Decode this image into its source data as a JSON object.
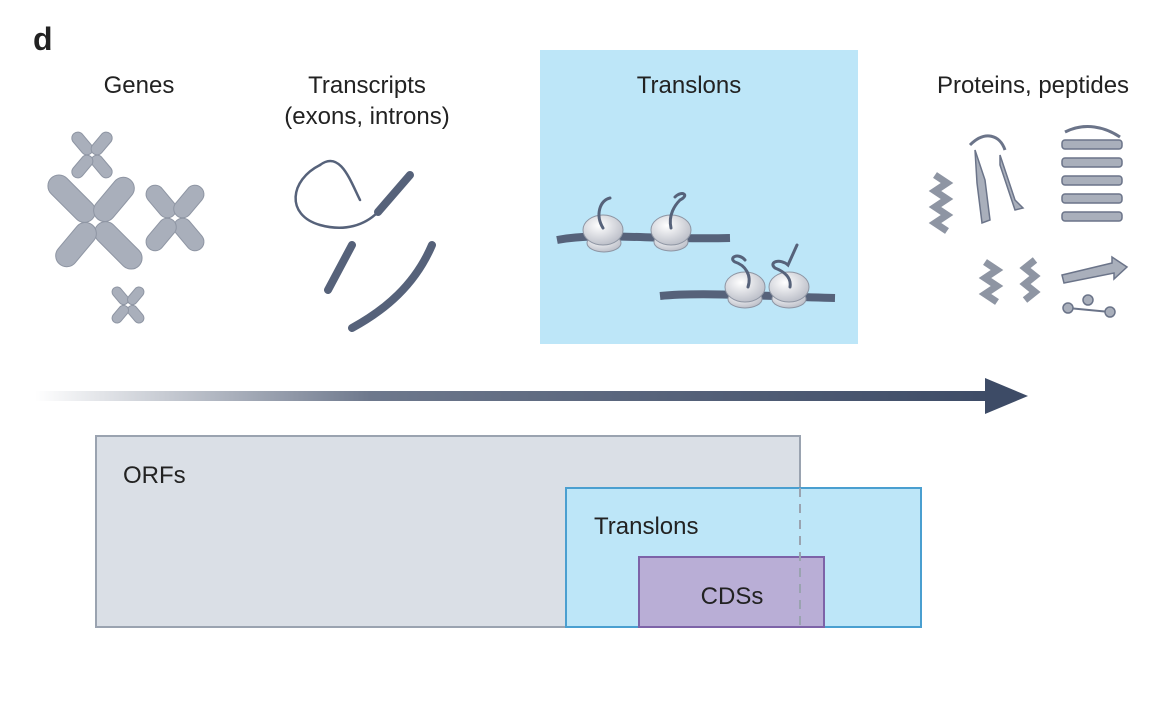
{
  "panel_letter": "d",
  "stages": {
    "genes": "Genes",
    "transcripts_line1": "Transcripts",
    "transcripts_line2": "(exons, introns)",
    "translons": "Translons",
    "proteins": "Proteins, peptides"
  },
  "sets": {
    "orfs": "ORFs",
    "translons": "Translons",
    "cdss": "CDSs"
  },
  "colors": {
    "ink": "#3d4b66",
    "translon_fill": "#bde6f8",
    "translon_stroke": "#4a9fd0",
    "orf_fill": "#dadfe6",
    "orf_stroke": "#9aa3b0",
    "cds_fill": "#b9aed6",
    "cds_stroke": "#7d63a8",
    "chromosome": "#a9afbb"
  }
}
